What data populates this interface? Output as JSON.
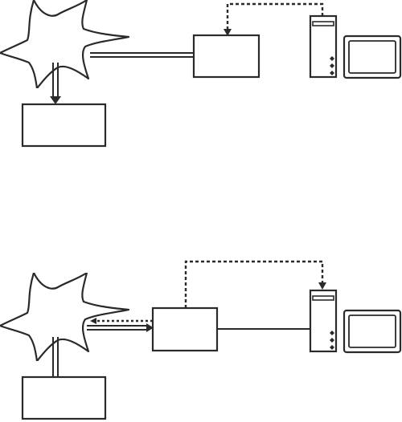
{
  "colors": {
    "stroke": "#2a2a2a",
    "background": "#ffffff"
  },
  "panels": [
    {
      "id": "top",
      "components": [
        "starburst-node",
        "output-box",
        "controller-box",
        "computer-tower",
        "computer-monitor"
      ],
      "links": [
        "starburst-to-output-double-arrow",
        "starburst-to-controller-double-line",
        "computer-to-controller-dashed-arrow"
      ]
    },
    {
      "id": "bottom",
      "components": [
        "starburst-node",
        "output-box",
        "controller-box",
        "computer-tower",
        "computer-monitor"
      ],
      "links": [
        "starburst-to-output-double-line",
        "starburst-to-controller-double-arrow",
        "controller-to-starburst-dotted-arrow",
        "controller-to-computer-dashed-arrow",
        "controller-to-computer-line"
      ]
    }
  ]
}
